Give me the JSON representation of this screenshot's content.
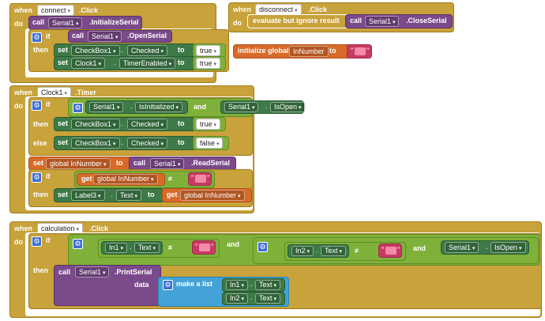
{
  "kw": {
    "when": "when",
    "do": "do",
    "call": "call",
    "if": "if",
    "then": "then",
    "else": "else",
    "set": "set",
    "to": "to",
    "get": "get",
    "and": "and",
    "data": "data",
    "initialize_global": "initialize global",
    "make_a_list": "make a list",
    "evaluate_ignore": "evaluate but ignore result"
  },
  "values": {
    "true": "true",
    "false": "false",
    "neq": "≠",
    "dot": ".",
    "quote": "\""
  },
  "components": {
    "connect": "connect",
    "disconnect": "disconnect",
    "clock1": "Clock1",
    "calculation": "calculation",
    "serial1": "Serial1",
    "checkbox1": "CheckBox1",
    "label3": "Label3",
    "in1": "In1",
    "in2": "In2"
  },
  "events": {
    "click": ".Click",
    "timer": ".Timer"
  },
  "methods": {
    "initialize_serial": ".InitializeSerial",
    "open_serial": ".OpenSerial",
    "close_serial": ".CloseSerial",
    "read_serial": ".ReadSerial",
    "print_serial": ".PrintSerial"
  },
  "props": {
    "checked": "Checked",
    "timer_enabled": "TimerEnabled",
    "is_initialized": "IsInitialized",
    "is_open": "IsOpen",
    "text": "Text"
  },
  "variables": {
    "in_number": "InNumber",
    "global_in_number": "global InNumber"
  },
  "colors": {
    "event": "#c8a23a",
    "component": "#3d7a47",
    "logic": "#7fb13a",
    "procedure": "#7a4a8a",
    "variable": "#d86a2a",
    "list": "#43a3d6",
    "text": "#c73b63"
  }
}
